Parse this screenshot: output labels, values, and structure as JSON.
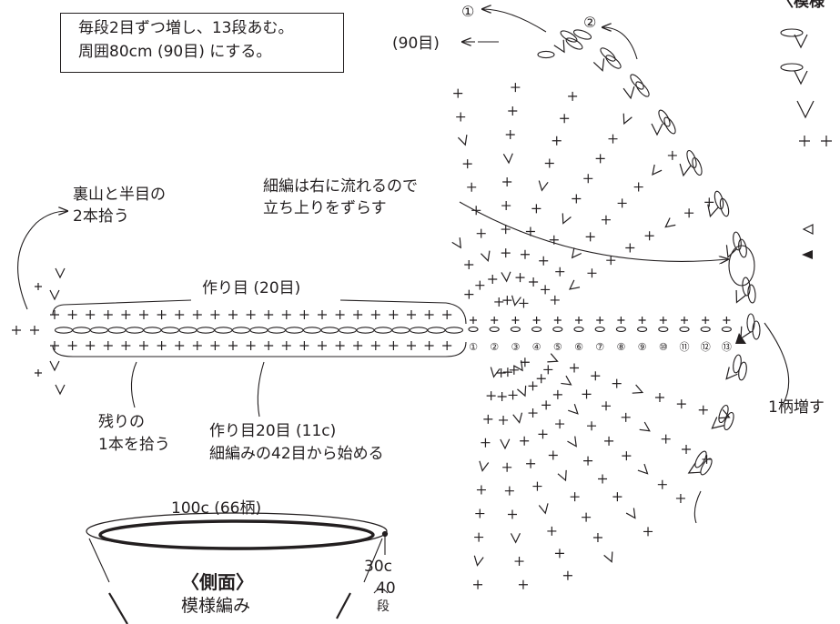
{
  "note_box": {
    "line1": "毎段2目ずつ増し、13段あむ。",
    "line2": "周囲80cm (90目) にする。"
  },
  "labels": {
    "count_90": "(90目)",
    "row_1": "①",
    "row_2": "②",
    "pickup_two": "裏山と半目の",
    "pickup_two_2": "2本拾う",
    "offset": "細編は右に流れるので",
    "offset_2": "立ち上りをずらす",
    "foundation": "作り目 (20目)",
    "remaining": "残りの",
    "remaining_2": "1本を拾う",
    "start": "作り目20目 (11c)",
    "start_2": "細編みの42目から始める",
    "increase": "1柄増す",
    "legend_title": "〈模様",
    "side_width": "100c (66柄)",
    "side_height": "30c",
    "side_rows": "40",
    "side_rows_unit": "段",
    "side_title": "〈側面〉",
    "side_pattern": "模様編み"
  },
  "row_numbers": [
    "①",
    "②",
    "③",
    "④",
    "⑤",
    "⑥",
    "⑦",
    "⑧",
    "⑨",
    "⑩",
    "⑪",
    "⑫",
    "⑬"
  ],
  "icons": {
    "single_crochet": "+",
    "chain": "oval",
    "increase": "V",
    "join_open": "◁",
    "join_filled": "◀",
    "row_end": "▶"
  },
  "colors": {
    "ink": "#231f20",
    "paper": "#ffffff"
  }
}
